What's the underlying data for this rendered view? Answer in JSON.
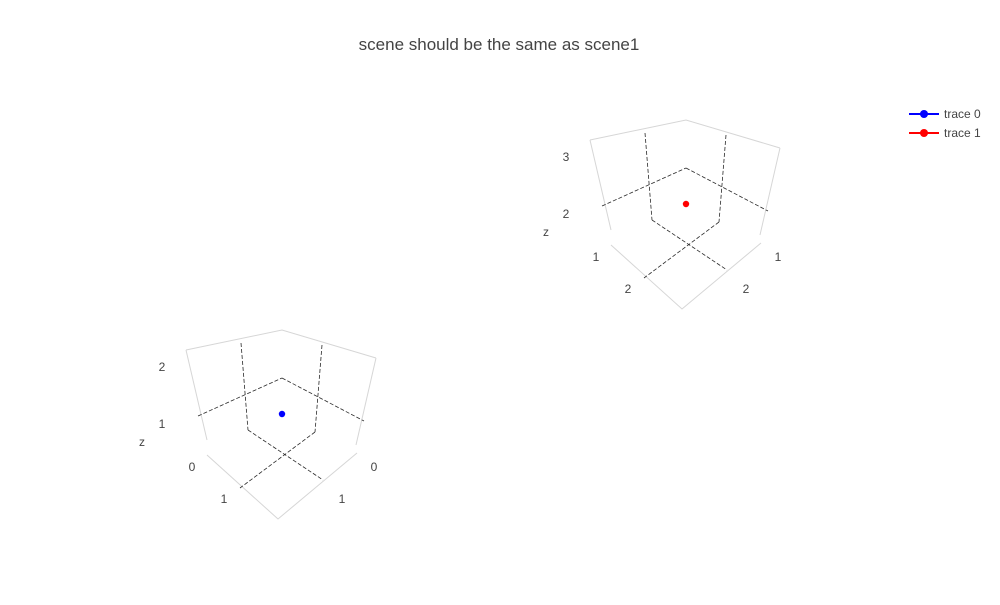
{
  "chart_data": {
    "title": "scene should be the same as scene1",
    "legend_position": "top-right",
    "scenes": [
      {
        "name": "scene",
        "type": "scatter3d",
        "z_axis_title": "z",
        "z_ticks": [
          "0",
          "1",
          "2"
        ],
        "x_ticks": [
          "1"
        ],
        "y_ticks": [
          "1"
        ],
        "left_front_tick": "0",
        "right_front_tick": "0",
        "series": [
          {
            "name": "trace 0",
            "color": "#0000ff",
            "x": [
              1
            ],
            "y": [
              1
            ],
            "z": [
              1
            ]
          }
        ]
      },
      {
        "name": "scene1",
        "type": "scatter3d",
        "z_axis_title": "z",
        "z_ticks": [
          "1",
          "2",
          "3"
        ],
        "x_ticks": [
          "2"
        ],
        "y_ticks": [
          "2"
        ],
        "left_front_tick": "1",
        "right_front_tick": "1",
        "series": [
          {
            "name": "trace 1",
            "color": "#ff0000",
            "x": [
              2
            ],
            "y": [
              2
            ],
            "z": [
              2
            ]
          }
        ]
      }
    ],
    "legend": [
      {
        "name": "trace 0",
        "color": "#0000ff"
      },
      {
        "name": "trace 1",
        "color": "#ff0000"
      }
    ]
  }
}
